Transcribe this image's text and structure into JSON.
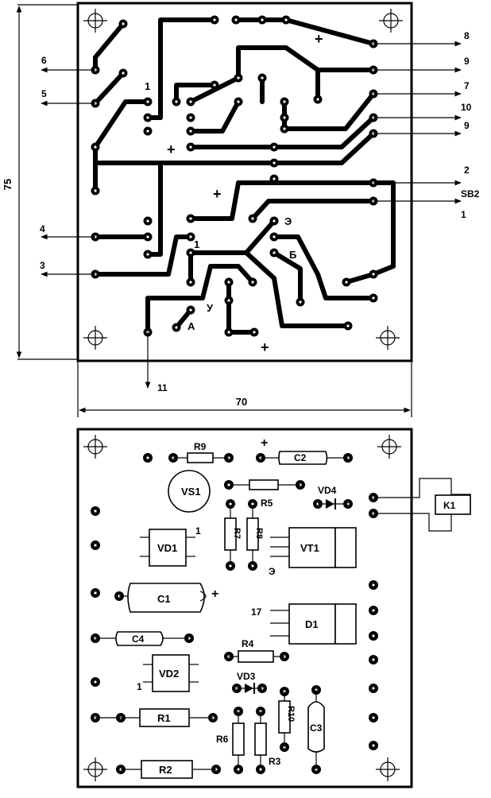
{
  "dimensions": {
    "height": "75",
    "width": "70"
  },
  "top_labels": {
    "pin_1a": "1",
    "pin_1b": "1",
    "plus_a": "+",
    "plus_b": "+",
    "plus_c": "+",
    "plus_d": "+",
    "pad_e": "Э",
    "pad_b": "Б",
    "pad_u": "У",
    "pad_a": "А"
  },
  "connections": [
    {
      "label": "8"
    },
    {
      "label": "9"
    },
    {
      "label": "7"
    },
    {
      "label": "10"
    },
    {
      "label": "9"
    },
    {
      "label": "2"
    },
    {
      "label": "SB2"
    },
    {
      "label": "1"
    },
    {
      "label": "6"
    },
    {
      "label": "5"
    },
    {
      "label": "4"
    },
    {
      "label": "3"
    },
    {
      "label": "11"
    }
  ],
  "components": {
    "r9": "R9",
    "c2": "C2",
    "vs1": "VS1",
    "r5": "R5",
    "vd4": "VD4",
    "k1": "K1",
    "r7": "R7",
    "r8": "R8",
    "vt1": "VT1",
    "vd1": "VD1",
    "vd1_pin": "1",
    "vt1_e": "Э",
    "c1": "C1",
    "c1_plus": "+",
    "d1": "D1",
    "d1_pin": "17",
    "c4": "C4",
    "r4": "R4",
    "vd2": "VD2",
    "vd2_pin": "1",
    "vd3": "VD3",
    "r10": "R10",
    "c3": "C3",
    "r1": "R1",
    "r6": "R6",
    "r3": "R3",
    "r2": "R2",
    "c2_plus": "+"
  }
}
